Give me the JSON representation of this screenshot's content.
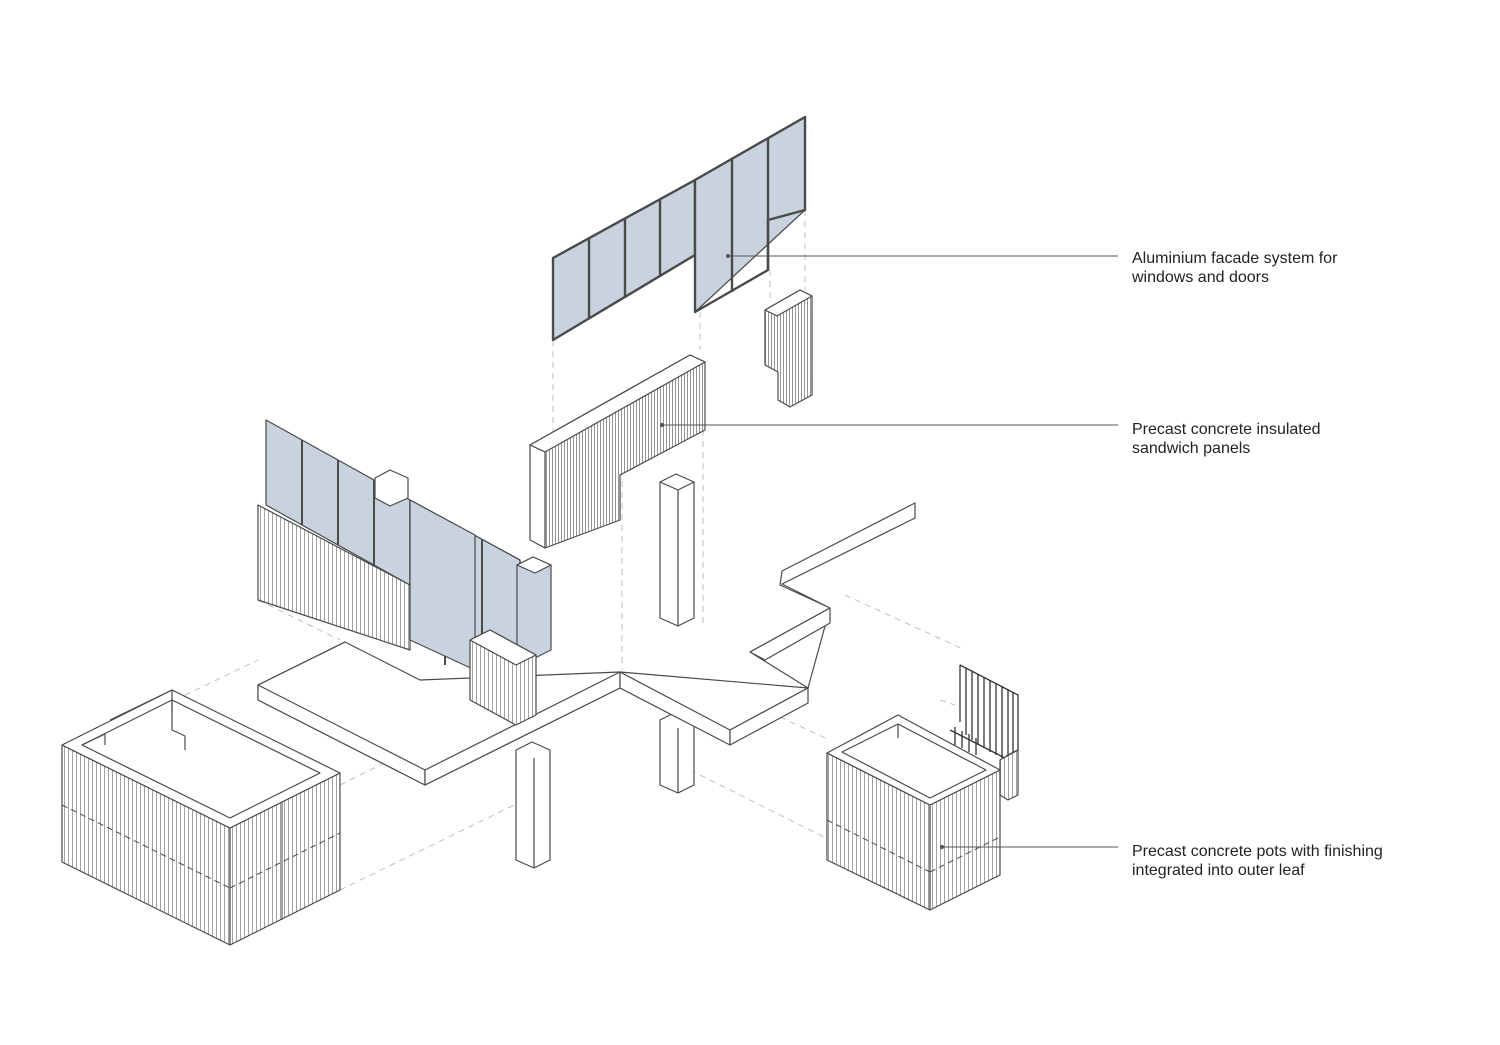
{
  "annotations": {
    "facade": {
      "line1": "Aluminium facade system for",
      "line2": "windows and doors"
    },
    "panels": {
      "line1": "Precast concrete insulated",
      "line2": "sandwich panels"
    },
    "pots": {
      "line1": "Precast concrete pots with finishing",
      "line2": "integrated into outer leaf"
    }
  },
  "colors": {
    "line": "#4a4a4a",
    "glass": "#c9d3e0",
    "dashed": "#bdbdbd",
    "leader": "#555555"
  }
}
